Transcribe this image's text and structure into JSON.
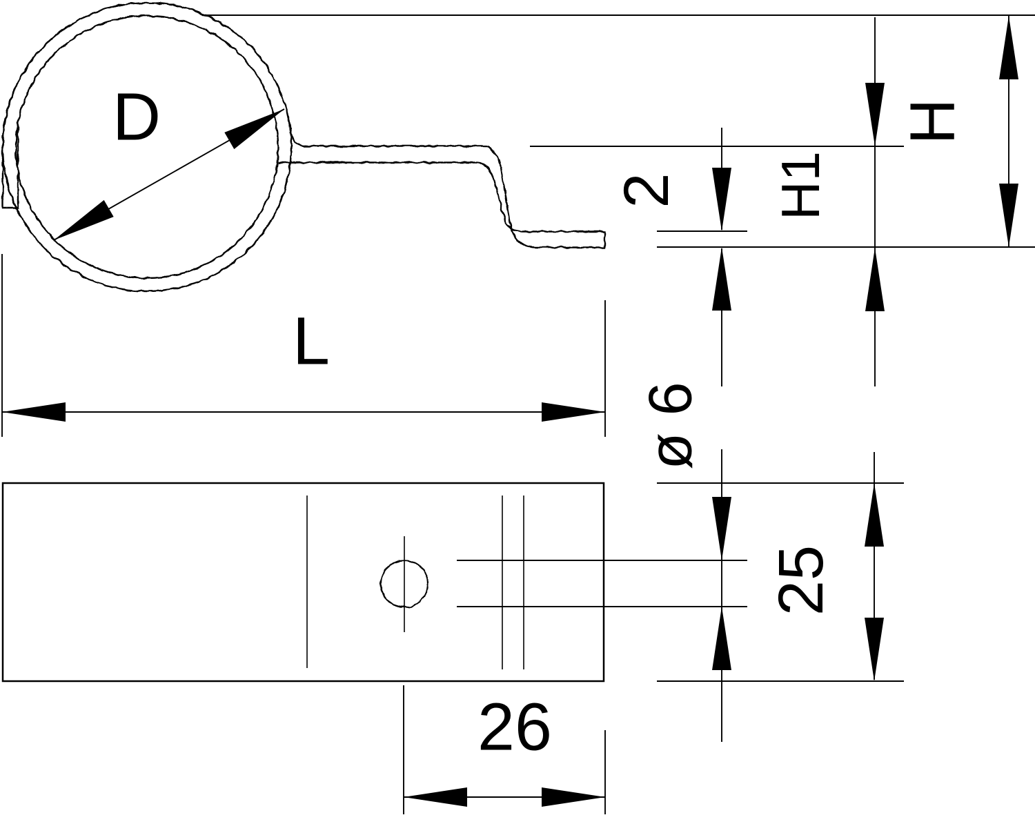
{
  "drawing": {
    "type": "technical-dimension-drawing",
    "subject": "pipe clamp with fastening flange, side view and bottom view",
    "colors": {
      "line": "#000000",
      "background": "#ffffff"
    },
    "views": {
      "side_view": "clamp ring with stepped flange",
      "bottom_view": "flange plate with screw hole"
    },
    "dimensions": {
      "pipe_diameter": "D",
      "overall_length": "L",
      "overall_height": "H",
      "flange_height": "H1",
      "material_thickness": "2",
      "hole_diameter": "ø 6",
      "plate_width": "25",
      "hole_edge_distance": "26"
    }
  }
}
